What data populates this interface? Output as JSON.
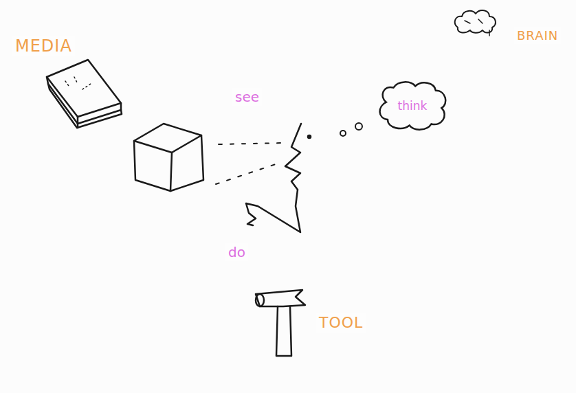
{
  "diagram": {
    "nodes": [
      {
        "text": [
          "think"
        ]
      }
    ],
    "labels": [
      "MEDIA",
      "BRAIN",
      "see",
      "do",
      "TOOL"
    ]
  }
}
